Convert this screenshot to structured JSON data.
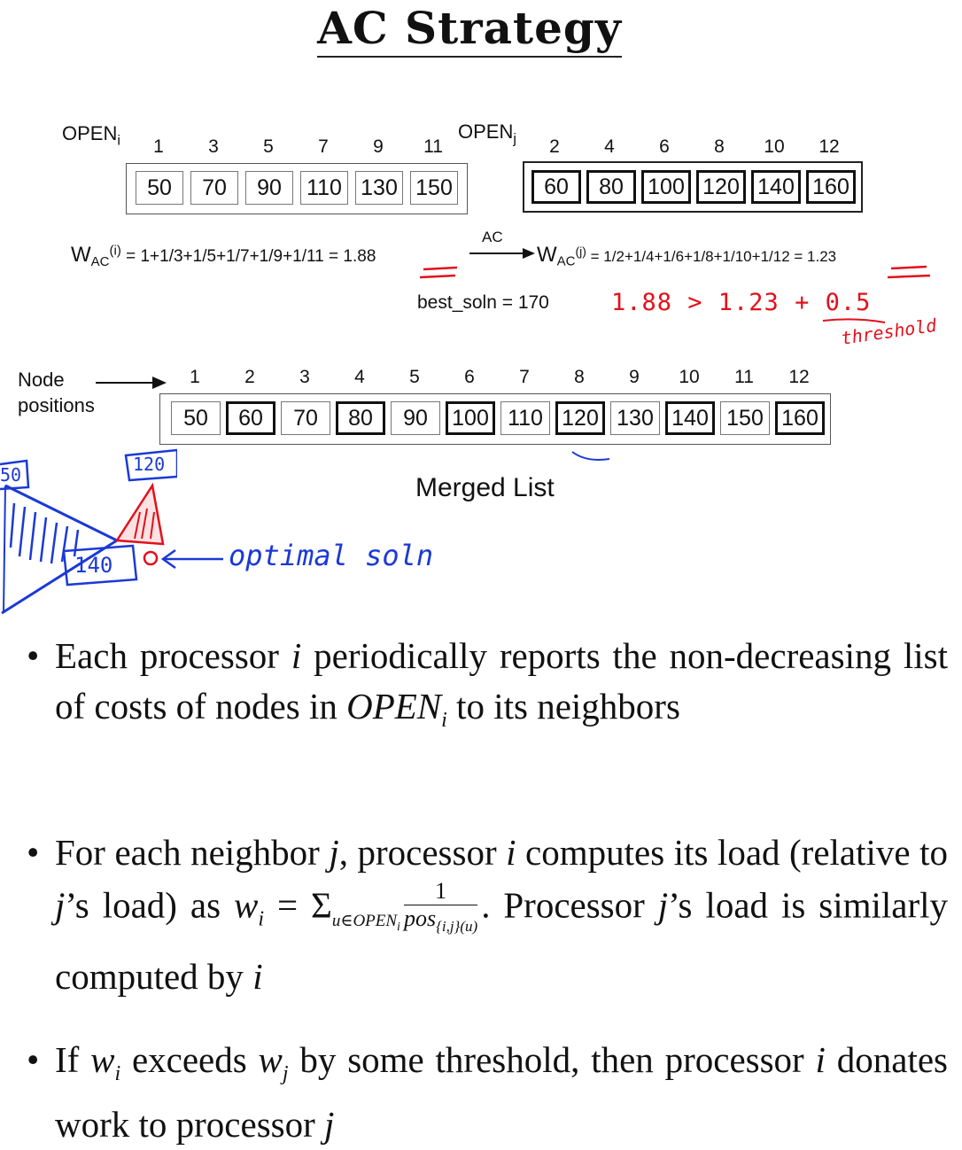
{
  "title": "AC Strategy",
  "open_i": {
    "label": "OPEN",
    "subscript": "i",
    "positions": [
      "1",
      "3",
      "5",
      "7",
      "9",
      "11"
    ],
    "values": [
      "50",
      "70",
      "90",
      "110",
      "130",
      "150"
    ]
  },
  "open_j": {
    "label": "OPEN",
    "subscript": "j",
    "positions": [
      "2",
      "4",
      "6",
      "8",
      "10",
      "12"
    ],
    "values": [
      "60",
      "80",
      "100",
      "120",
      "140",
      "160"
    ]
  },
  "formulas": {
    "wi_prefix": "W",
    "wi_sub": "AC",
    "wi_arg": "(i)",
    "wi_expr": " = 1+1/3+1/5+1/7+1/9+1/11 = ",
    "wi_value": "1.88",
    "arrow_label": "AC",
    "wj_prefix": "W",
    "wj_sub": "AC",
    "wj_arg": "(j)",
    "wj_expr": " = 1/2+1/4+1/6+1/8+1/10+1/12 = ",
    "wj_value": "1.23",
    "best_soln": "best_soln = 170"
  },
  "handwriting": {
    "comparison": "1.88 > 1.23 + 0.5",
    "threshold": "threshold",
    "optimal": "optimal soln",
    "tree_left": "50",
    "tree_top": "120",
    "tree_bottom": "140"
  },
  "merged": {
    "node_label_line1": "Node",
    "node_label_line2": "positions",
    "positions": [
      "1",
      "2",
      "3",
      "4",
      "5",
      "6",
      "7",
      "8",
      "9",
      "10",
      "11",
      "12"
    ],
    "values": [
      "50",
      "60",
      "70",
      "80",
      "90",
      "100",
      "110",
      "120",
      "130",
      "140",
      "150",
      "160"
    ],
    "bold_flags": [
      false,
      true,
      false,
      true,
      false,
      true,
      false,
      true,
      false,
      true,
      false,
      true
    ],
    "caption": "Merged List"
  },
  "bullets": {
    "b1": {
      "dot": "•",
      "p1": "Each processor ",
      "v1": "i",
      "p2": " periodically reports the non-decreasing list of costs of nodes in ",
      "v2": "OPEN",
      "v2sub": "i",
      "p3": " to its neighbors"
    },
    "b2": {
      "dot": "•",
      "p1": "For each neighbor ",
      "v1": "j",
      "p2": ", processor ",
      "v2": "i",
      "p3": " computes its load (relative to ",
      "v3": "j",
      "p4": "’s load) as ",
      "w": "w",
      "wsub": "i",
      "eq": " = Σ",
      "sumsub": "u∈OPEN",
      "sumsubsub": "i",
      "num": "1",
      "den": "pos",
      "densub": "{i,j}(u)",
      "p5": ". Processor ",
      "v4": "j",
      "p6": "’s load is similarly computed by ",
      "v5": "i"
    },
    "b3": {
      "dot": "•",
      "p1": "If ",
      "w1": "w",
      "w1sub": "i",
      "p2": " exceeds ",
      "w2": "w",
      "w2sub": "j",
      "p3": " by some threshold, then processor ",
      "v1": "i",
      "p4": " donates work to processor ",
      "v2": "j"
    }
  }
}
